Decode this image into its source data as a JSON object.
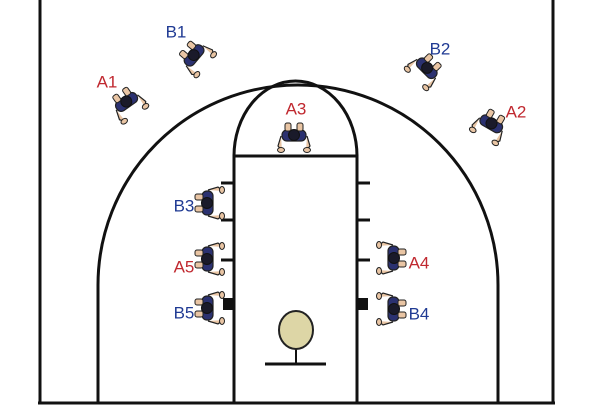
{
  "colors": {
    "team_a": "#c0282f",
    "team_b": "#1f3a93",
    "court_line": "#111111",
    "ball": "#ddd6a6",
    "skin": "#e9c5a4",
    "jersey": "#2b3170",
    "background": "#ffffff"
  },
  "players": [
    {
      "id": "A1",
      "label": "A1",
      "team": "A"
    },
    {
      "id": "B1",
      "label": "B1",
      "team": "B"
    },
    {
      "id": "B2",
      "label": "B2",
      "team": "B"
    },
    {
      "id": "A2",
      "label": "A2",
      "team": "A"
    },
    {
      "id": "A3",
      "label": "A3",
      "team": "A"
    },
    {
      "id": "B3",
      "label": "B3",
      "team": "B"
    },
    {
      "id": "A5",
      "label": "A5",
      "team": "A"
    },
    {
      "id": "B5",
      "label": "B5",
      "team": "B"
    },
    {
      "id": "A4",
      "label": "A4",
      "team": "A"
    },
    {
      "id": "B4",
      "label": "B4",
      "team": "B"
    }
  ]
}
